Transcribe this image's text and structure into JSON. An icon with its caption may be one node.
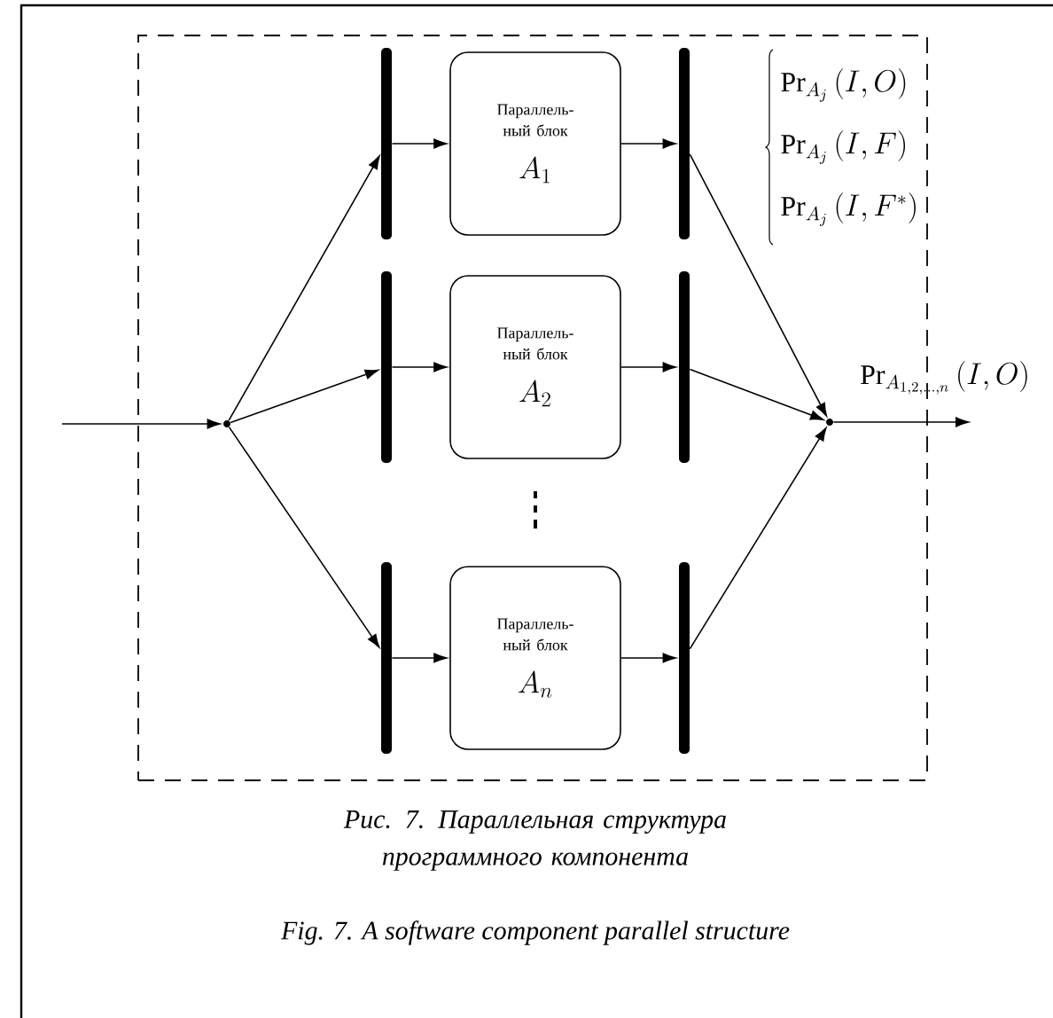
{
  "diagram": {
    "caption": "Рис. 7. Параллельная структура программного компонента",
    "nodes": [
      {
        "text": [],
        "shape": "box"
      },
      {
        "text": [],
        "shape": "point",
        "in": 0
      },
      {
        "text": [],
        "shape": "bar",
        "in": 0
      },
      {
        "text": [],
        "shape": "bar",
        "in": 0
      },
      {
        "text": [],
        "shape": "bar",
        "in": 0
      },
      {
        "text": [
          "Параллель- ный блок",
          "A_{1}"
        ],
        "in": 0
      },
      {
        "text": [
          "Параллель- ный блок",
          "A_{2}"
        ],
        "in": 0
      },
      {
        "text": [
          "Параллель- ный блок",
          "A_{n}"
        ],
        "in": 0
      },
      {
        "text": [],
        "shape": "bar",
        "in": 0
      },
      {
        "text": [],
        "shape": "bar",
        "in": 0
      },
      {
        "text": [],
        "shape": "bar",
        "in": 0
      },
      {
        "text": [],
        "shape": "point",
        "in": 0
      }
    ],
    "edges": [
      {
        "from": null,
        "to": 1,
        "arrow": "to"
      },
      {
        "from": 1,
        "to": 2,
        "arrow": "to"
      },
      {
        "from": 1,
        "to": 3,
        "arrow": "to"
      },
      {
        "from": 1,
        "to": 4,
        "arrow": "to"
      },
      {
        "from": 2,
        "to": 5,
        "arrow": "to"
      },
      {
        "from": 3,
        "to": 6,
        "arrow": "to"
      },
      {
        "from": 4,
        "to": 7,
        "arrow": "to"
      },
      {
        "from": 5,
        "to": 8,
        "arrow": "to"
      },
      {
        "from": 6,
        "to": 9,
        "arrow": "to"
      },
      {
        "from": 7,
        "to": 10,
        "arrow": "to"
      },
      {
        "from": 8,
        "to": 11,
        "arrow": "to"
      },
      {
        "from": 9,
        "to": 11,
        "arrow": "to"
      },
      {
        "from": 10,
        "to": 11,
        "arrow": "to"
      },
      {
        "from": 11,
        "to": null,
        "arrow": "to",
        "label": "\\mathrm{Pr}_{A_{1,2,\\ldots,n}}\\left(I,O\\right)"
      }
    ],
    "labels": [
      "\\mathrm{Pr}_{A_j}\\left(I,O\\right)",
      "\\mathrm{Pr}_{A_j}\\left(I,F\\right)",
      "\\mathrm{Pr}_{A_j}\\left(I,F^{*}\\right)",
      "Fig. 7. A software component parallel structure"
    ]
  }
}
